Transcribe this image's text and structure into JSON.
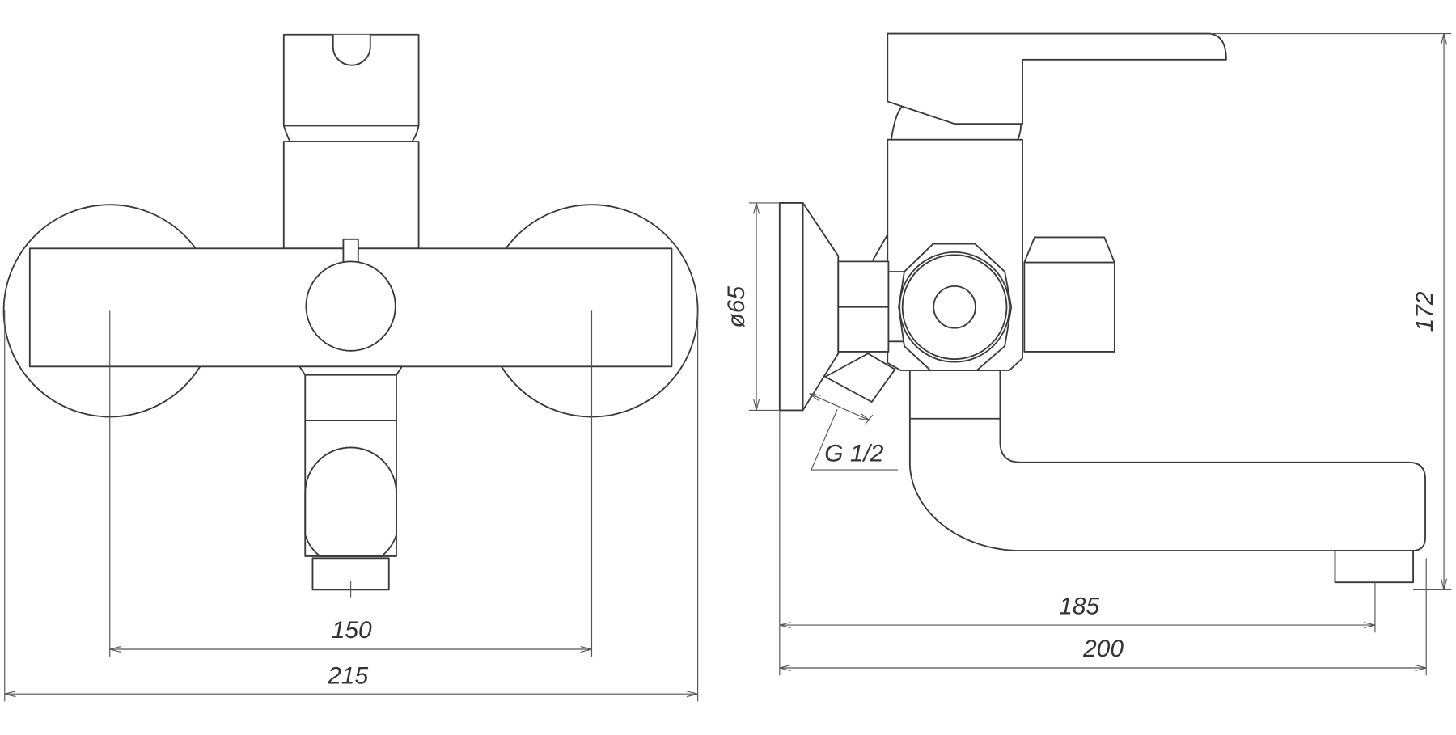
{
  "title": "Bath mixer technical drawing",
  "front_view": {
    "dim_center_distance": "150",
    "dim_overall_width": "215"
  },
  "side_view": {
    "dim_flange_diameter": "ø65",
    "dim_thread": "G 1/2",
    "dim_spout_reach": "185",
    "dim_overall_depth": "200",
    "dim_height": "172"
  },
  "colors": {
    "line": "#3a3a3a",
    "background": "#ffffff"
  }
}
